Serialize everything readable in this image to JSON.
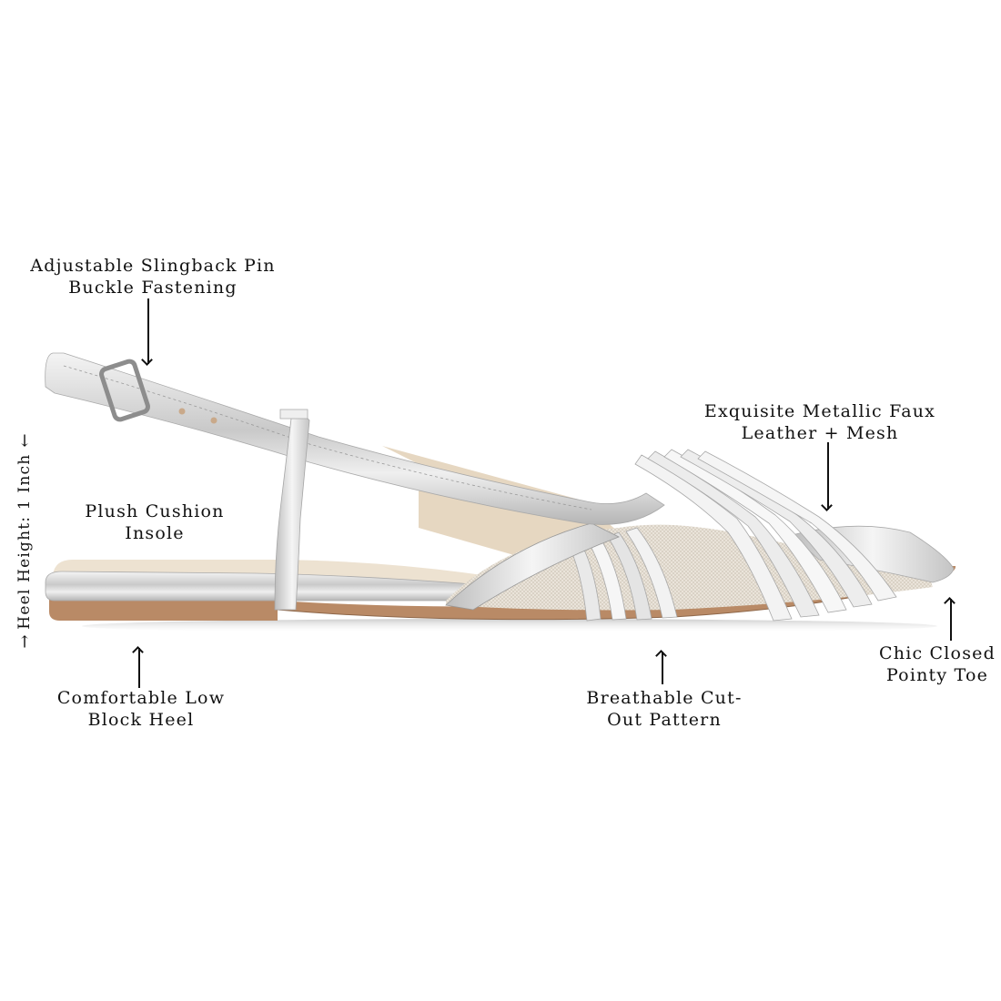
{
  "image": {
    "subject": "Silver metallic slingback pointy toe flat shoe, side profile",
    "background": "#ffffff",
    "shoe_colors": {
      "metallic_silver": "#d8d8d8",
      "lining_beige": "#e9dcc8",
      "sole_tan": "#b98a66",
      "mesh": "#e2ddd5"
    }
  },
  "annotations": {
    "buckle": {
      "line1": "Adjustable Slingback Pin",
      "line2": "Buckle Fastening"
    },
    "material": {
      "line1": "Exquisite Metallic Faux",
      "line2": "Leather + Mesh"
    },
    "insole": {
      "line1": "Plush Cushion",
      "line2": "Insole"
    },
    "heel": {
      "line1": "Comfortable Low",
      "line2": "Block Heel"
    },
    "cutout": {
      "line1": "Breathable Cut-",
      "line2": "Out Pattern"
    },
    "toe": {
      "line1": "Chic Closed",
      "line2": "Pointy Toe"
    },
    "heel_height": {
      "text": "Heel Height: 1 Inch",
      "arrow_start": "↑",
      "arrow_end": "↓"
    }
  }
}
